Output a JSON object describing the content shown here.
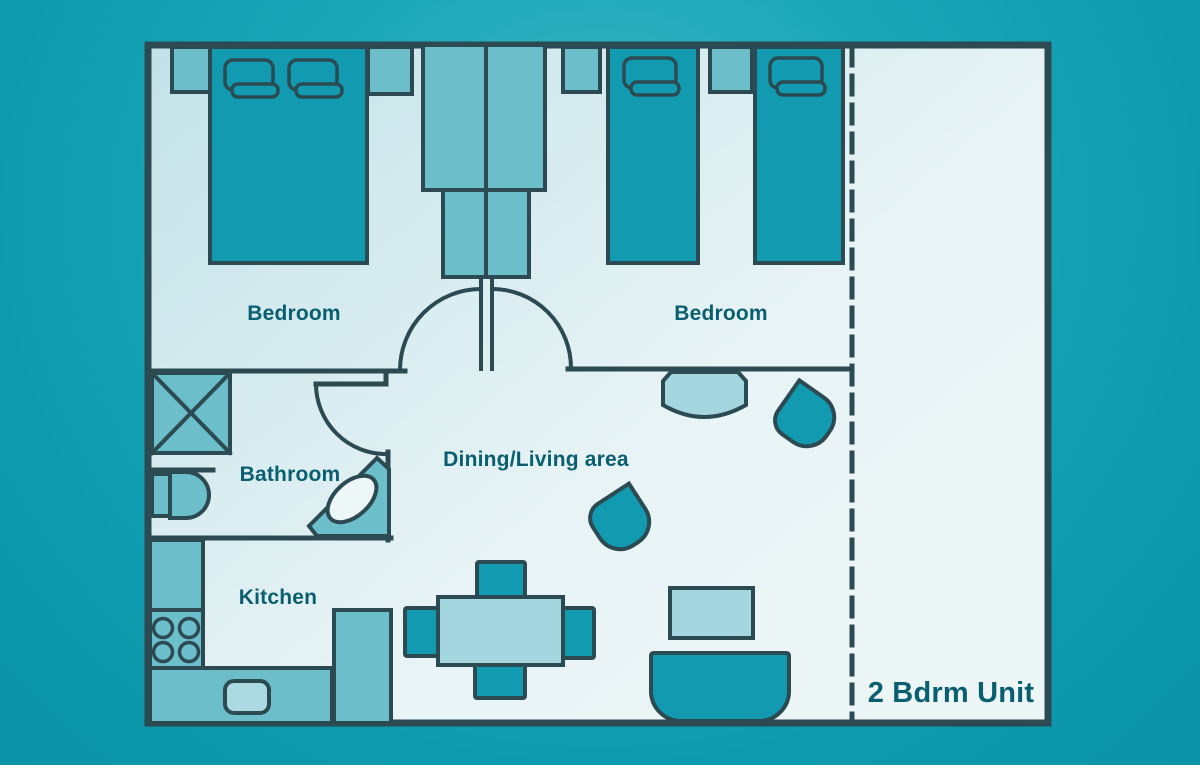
{
  "floorplan": {
    "unit_label": "2 Bdrm Unit",
    "rooms": {
      "bedroom_left": "Bedroom",
      "bedroom_right": "Bedroom",
      "bathroom": "Bathroom",
      "kitchen": "Kitchen",
      "dining_living": "Dining/Living area"
    }
  },
  "colors": {
    "wall": "#2b4a52",
    "furniture_dark": "#129bb0",
    "furniture_medium": "#6cbeca",
    "furniture_light": "#a3d6de",
    "kitchen_sink_fill": "#abdae2",
    "bathroom_basin_fill": "#eef7f8",
    "floor_shade": "#c2e2e8",
    "floor_light": "#edf6f7",
    "background_teal": "#0f9fb1",
    "label_text": "#095e6f"
  }
}
